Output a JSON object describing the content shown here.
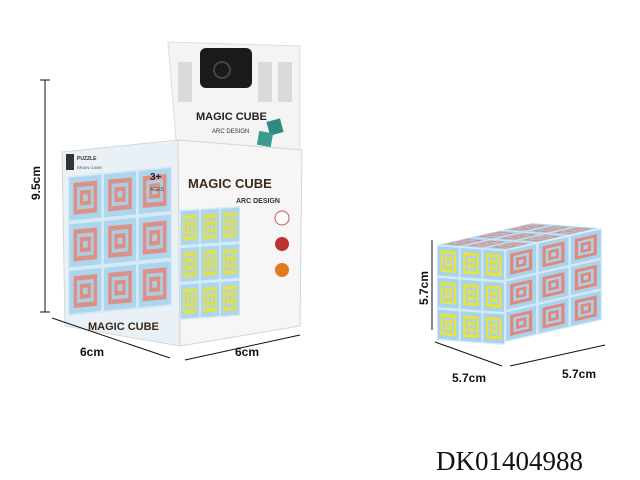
{
  "package": {
    "brand_title": "MAGIC CUBE",
    "subtitle": "ARC DESIGN",
    "age": "3+",
    "age_label": "AGES",
    "badge": "PUZZLE",
    "badge_sub": "BRAIN GAME",
    "front_title": "MAGIC CUBE"
  },
  "dimensions": {
    "box_height": "9.5cm",
    "box_width": "6cm",
    "box_depth": "6cm",
    "cube_height": "5.7cm",
    "cube_width": "5.7cm",
    "cube_depth": "5.7cm"
  },
  "sku": "DK01404988",
  "colors": {
    "yellow": "#e9e13c",
    "salmon": "#e0897a",
    "tile_bg": "#a9d3ec",
    "tile_edge": "#d4e9f5"
  }
}
